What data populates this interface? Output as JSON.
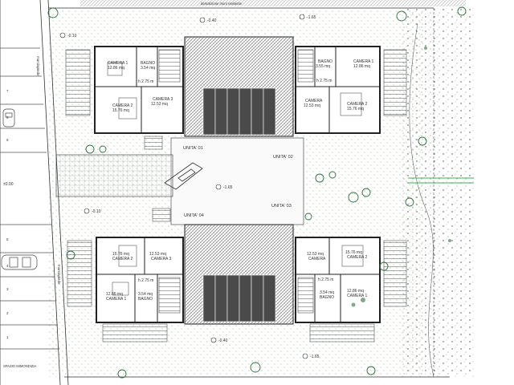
{
  "drawing": {
    "top_note": "demolizione muro esistente",
    "road_label": "marciapiede",
    "spazio": "SPAZIO IMMONDIZIA"
  },
  "levels": {
    "top_left": "-0.10",
    "top_mid": "-0.40",
    "top_right": "-1.65",
    "center": "-1.65",
    "left_zero": "±0.00",
    "mid_left": "-0.10",
    "bottom_mid": "-0.40",
    "bottom_right": "-1.65"
  },
  "units": {
    "u01": "UNITA' 01",
    "u02": "UNITA' 02",
    "u03": "UNITA' 03",
    "u04": "UNITA' 04"
  },
  "rooms": {
    "tl_c1": "CAMERA 1",
    "tl_c1_a": "12.86 mq",
    "tl_bagno": "BAGNO",
    "tl_bagno_a": "3.54 mq",
    "tl_h": "h 2.75 m",
    "tl_c2": "CAMERA 2",
    "tl_c2_a": "15.76 mq",
    "tl_c3": "CAMERA 3",
    "tl_c3_a": "12.53 mq",
    "tr_bagno": "BAGNO",
    "tr_bagno_a": "3.55 mq",
    "tr_c1": "CAMERA 1",
    "tr_c1_a": "12.86 mq",
    "tr_h": "h 2.75 m",
    "tr_c3": "CAMERA",
    "tr_c3_a": "12.53 mq",
    "tr_c2": "CAMERA 2",
    "tr_c2_a": "15.76 mq",
    "bl_c2_a": "15.76 mq",
    "bl_c2": "CAMERA 2",
    "bl_c3_a": "12.53 mq",
    "bl_c3": "CAMERA 3",
    "bl_h": "h 2.75 m",
    "bl_c1_a": "12.86 mq",
    "bl_c1": "CAMERA 1",
    "bl_bagno_a": "3.54 mq",
    "bl_bagno": "BAGNO",
    "br_c3_a": "12.53 mq",
    "br_c3": "CAMERA",
    "br_c2_a": "15.76 mq",
    "br_c2": "CAMERA 2",
    "br_h": "h 2.75 m",
    "br_bagno_a": "3.54 mq",
    "br_bagno": "BAGNO",
    "br_c1_a": "12.86 mq",
    "br_c1": "CAMERA 1"
  },
  "parking": {
    "top": [
      "7",
      "6",
      "5"
    ],
    "bottom": [
      "5",
      "4",
      "3",
      "2",
      "1"
    ]
  },
  "colors": {
    "line": "#333333",
    "hatch": "#6f6f6f",
    "solar": "#4a4a4a",
    "green_dot": "#8fbf8f",
    "green_line": "#3fae5a",
    "tree": "#2f6f3f"
  }
}
